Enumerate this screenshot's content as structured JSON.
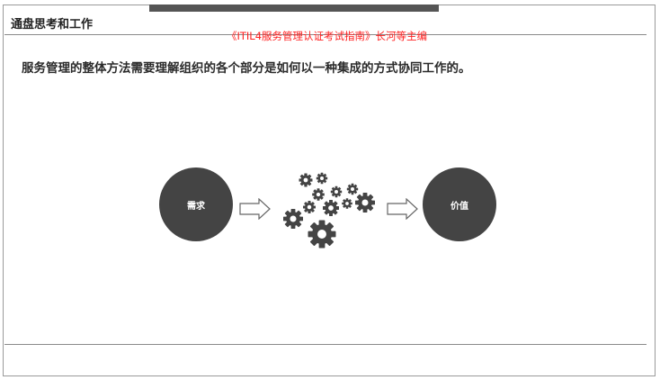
{
  "header": {
    "section_title": "通盘思考和工作",
    "book_reference": "《ITIL4服务管理认证考试指南》长河等主编"
  },
  "content": {
    "statement": "服务管理的整体方法需要理解组织的各个部分是如何以一种集成的方式协同工作的。"
  },
  "diagram": {
    "input_label": "需求",
    "output_label": "价值",
    "process_icon": "gears-icon",
    "arrow_icon": "right-arrow-icon"
  },
  "colors": {
    "circle": "#444444",
    "gear": "#444444",
    "reference_text": "#ff2020",
    "rule": "#8a8a8a"
  }
}
